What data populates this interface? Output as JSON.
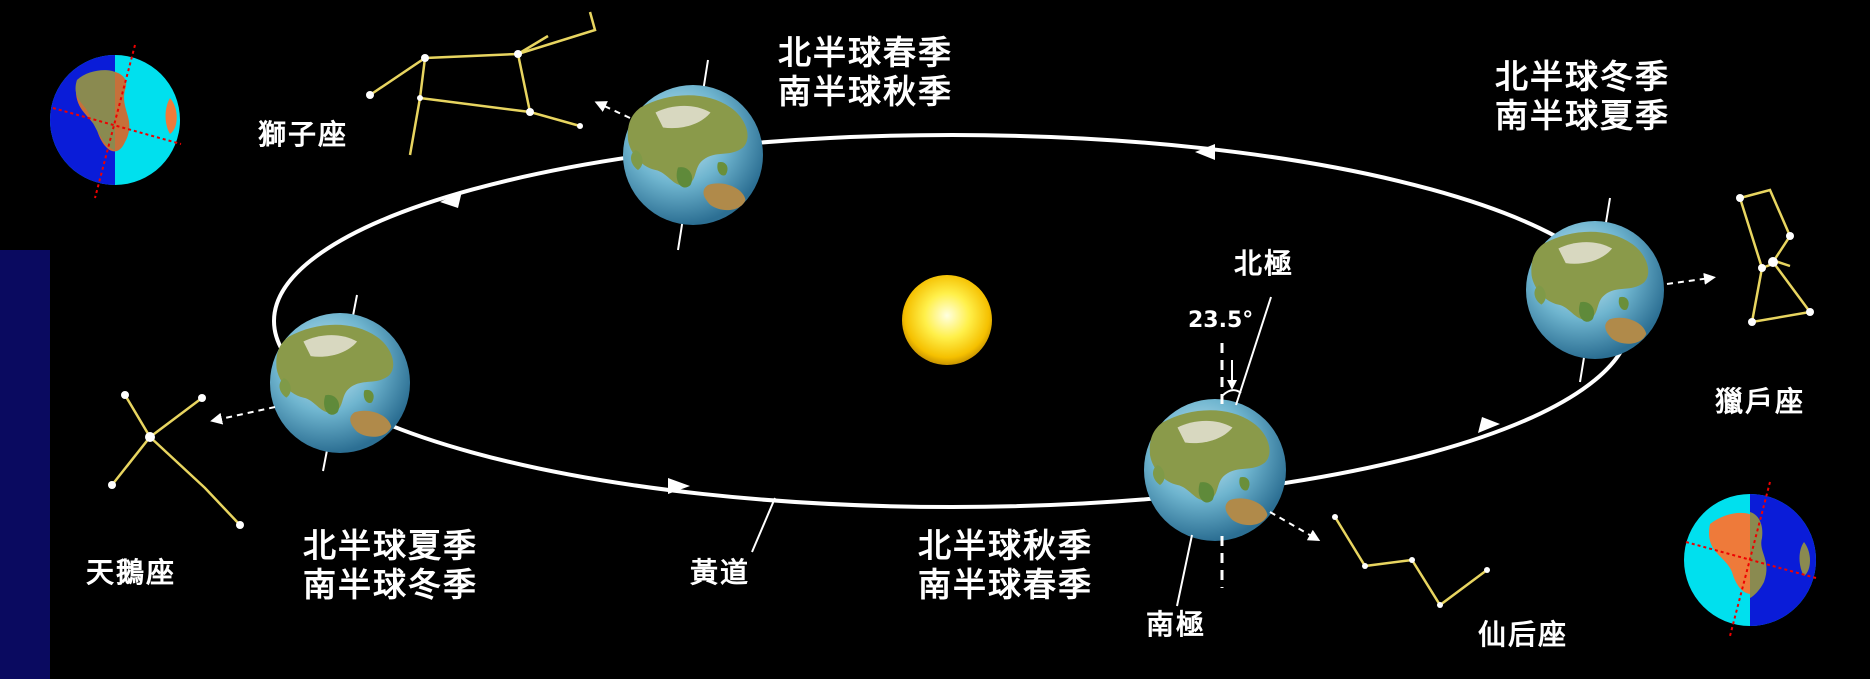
{
  "seasons": {
    "spring_north": {
      "line1": "北半球春季",
      "line2": "南半球秋季"
    },
    "winter_north": {
      "line1": "北半球冬季",
      "line2": "南半球夏季"
    },
    "summer_north": {
      "line1": "北半球夏季",
      "line2": "南半球冬季"
    },
    "autumn_north": {
      "line1": "北半球秋季",
      "line2": "南半球春季"
    }
  },
  "constellations": {
    "leo": "獅子座",
    "cygnus": "天鵝座",
    "orion": "獵戶座",
    "cassiopeia": "仙后座"
  },
  "labels": {
    "ecliptic": "黃道",
    "north_pole": "北極",
    "south_pole": "南極",
    "tilt": "23.5°"
  },
  "colors": {
    "background": "#000000",
    "orbit": "#ffffff",
    "sun": "#ffd21a",
    "constellation_line": "#e8d560",
    "text": "#ffffff",
    "side_strip": "#0a0a60"
  }
}
